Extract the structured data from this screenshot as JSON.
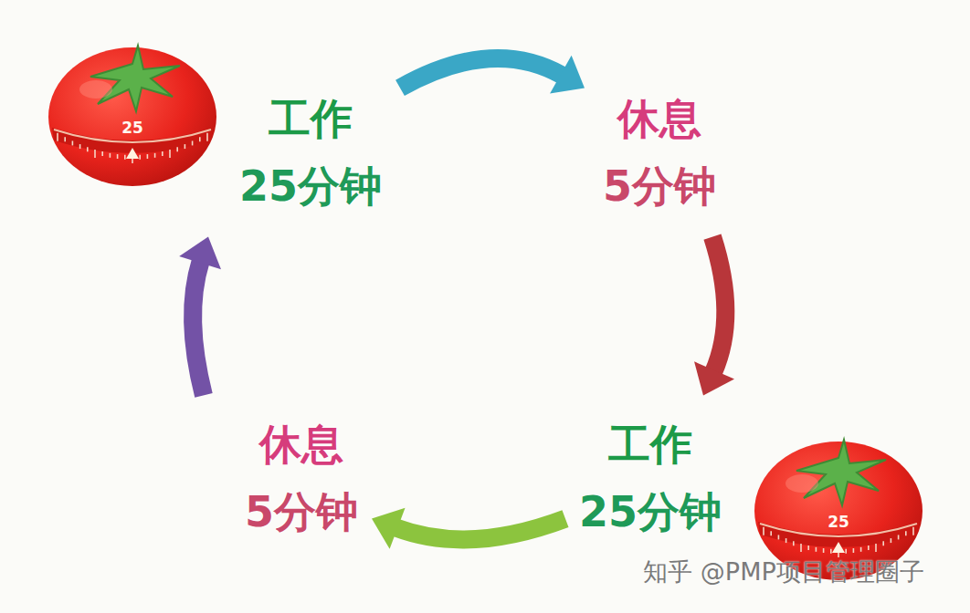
{
  "diagram": {
    "nodes": [
      {
        "text": [
          "工作",
          "25分钟"
        ]
      },
      {
        "text": [
          "休息",
          "5分钟"
        ]
      },
      {
        "text": [
          "工作",
          "25分钟"
        ]
      },
      {
        "text": [
          "休息",
          "5分钟"
        ]
      }
    ],
    "edges": [
      {
        "from": 0,
        "to": 1,
        "arrow": "to"
      },
      {
        "from": 1,
        "to": 2,
        "arrow": "to"
      },
      {
        "from": 2,
        "to": 3,
        "arrow": "to"
      },
      {
        "from": 3,
        "to": 0,
        "arrow": "to"
      }
    ],
    "labels": [
      "25",
      "25",
      "知乎 @PMP项目管理圈子"
    ]
  }
}
